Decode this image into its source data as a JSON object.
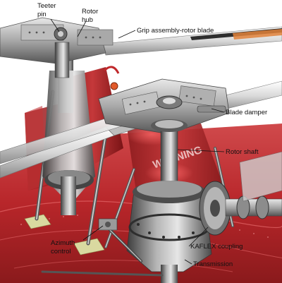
{
  "labels": {
    "teeter_pin_line1": "Teeter",
    "teeter_pin_line2": "pin",
    "rotor_hub_line1": "Rotor",
    "rotor_hub_line2": "hub",
    "grip_assembly": "Grip assembly-rotor blade",
    "blade_damper": "Blade damper",
    "rotor_shaft": "Rotor shaft",
    "azimuth_control_line1": "Azimuth",
    "azimuth_control_line2": "control",
    "kaflex_coupling": "KAFLEX coupling",
    "transmission": "Transmission"
  },
  "decal": {
    "text": "WARNING"
  },
  "colors": {
    "fuselage_red": "#b8262a",
    "fuselage_dark": "#7d1416",
    "metal_light": "#d4d4d4",
    "metal_mid": "#9a9a9a",
    "metal_dark": "#4a4a4a",
    "blade_orange": "#e0813a",
    "pad_yellow": "#d9d9a0"
  }
}
